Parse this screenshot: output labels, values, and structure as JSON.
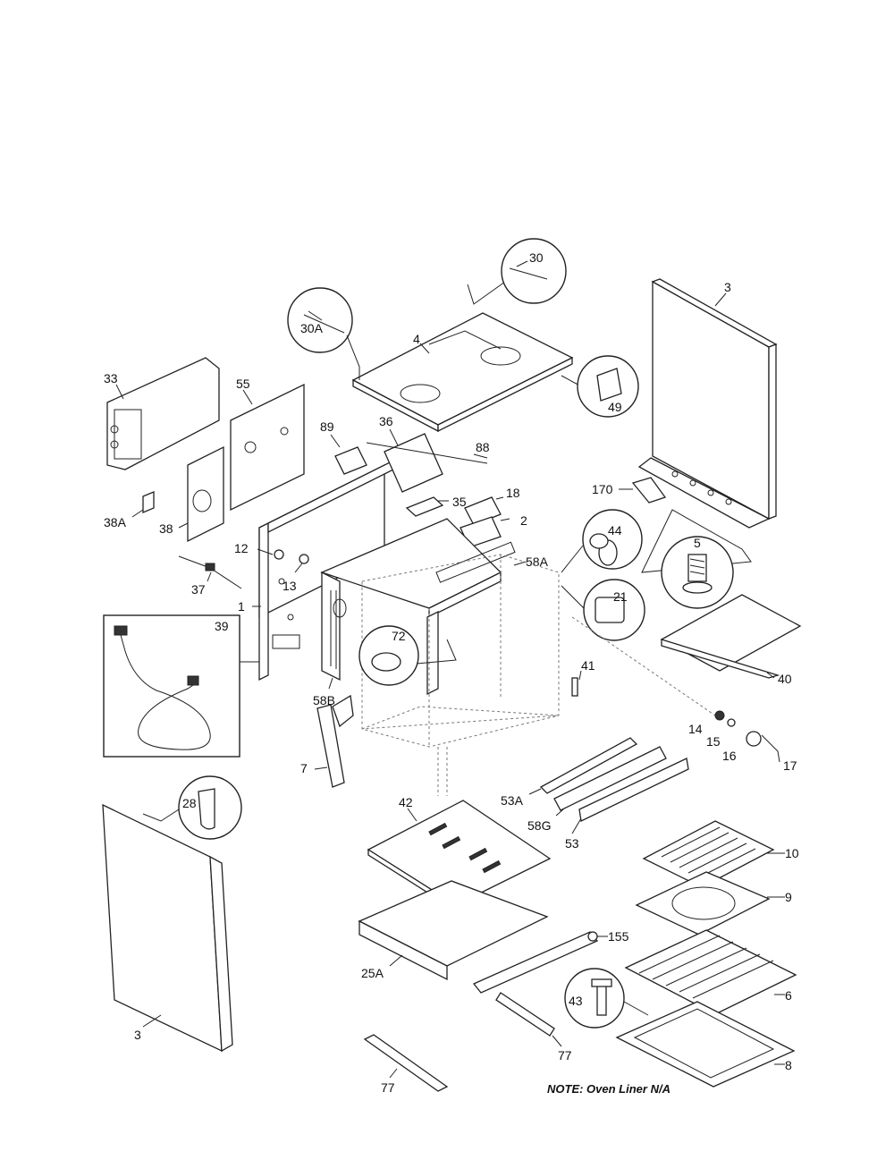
{
  "parts": {
    "p3_back": "3",
    "p3_side": "3",
    "p30": "30",
    "p30a": "30A",
    "p4": "4",
    "p49": "49",
    "p33": "33",
    "p55": "55",
    "p89": "89",
    "p36": "36",
    "p88": "88",
    "p35": "35",
    "p18": "18",
    "p2": "2",
    "p170": "170",
    "p5": "5",
    "p44": "44",
    "p21": "21",
    "p38a": "38A",
    "p38": "38",
    "p12": "12",
    "p58a": "58A",
    "p37": "37",
    "p13": "13",
    "p1": "1",
    "p39": "39",
    "p72": "72",
    "p58b": "58B",
    "p41": "41",
    "p40": "40",
    "p14": "14",
    "p15": "15",
    "p16": "16",
    "p17": "17",
    "p7": "7",
    "p28": "28",
    "p42": "42",
    "p53a": "53A",
    "p58g": "58G",
    "p53": "53",
    "p10": "10",
    "p9": "9",
    "p155": "155",
    "p25a": "25A",
    "p43": "43",
    "p6": "6",
    "p77_a": "77",
    "p77_b": "77",
    "p8": "8"
  },
  "note": "NOTE: Oven Liner N/A"
}
